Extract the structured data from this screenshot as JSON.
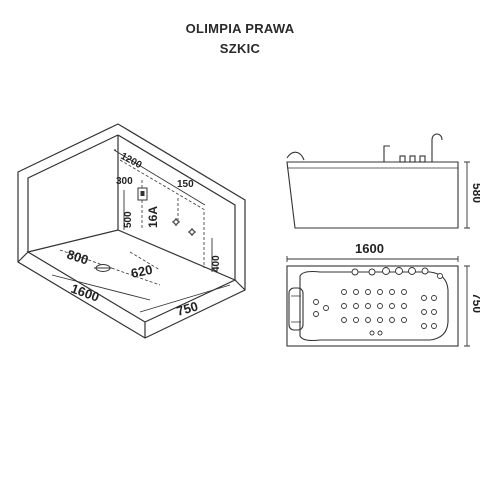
{
  "header": {
    "title": "OLIMPIA PRAWA",
    "subtitle": "SZKIC"
  },
  "room_sketch": {
    "wall_width": "1200",
    "offset_300": "300",
    "offset_150": "150",
    "height_500": "500",
    "socket_label": "16A",
    "height_400": "400",
    "length_800": "800",
    "length_620": "620",
    "length_1600": "1600",
    "depth_750": "750"
  },
  "side_view": {
    "height": "580"
  },
  "top_view": {
    "length": "1600",
    "width": "750"
  },
  "colors": {
    "line": "#333333",
    "wall_fill": "#ffffff"
  }
}
